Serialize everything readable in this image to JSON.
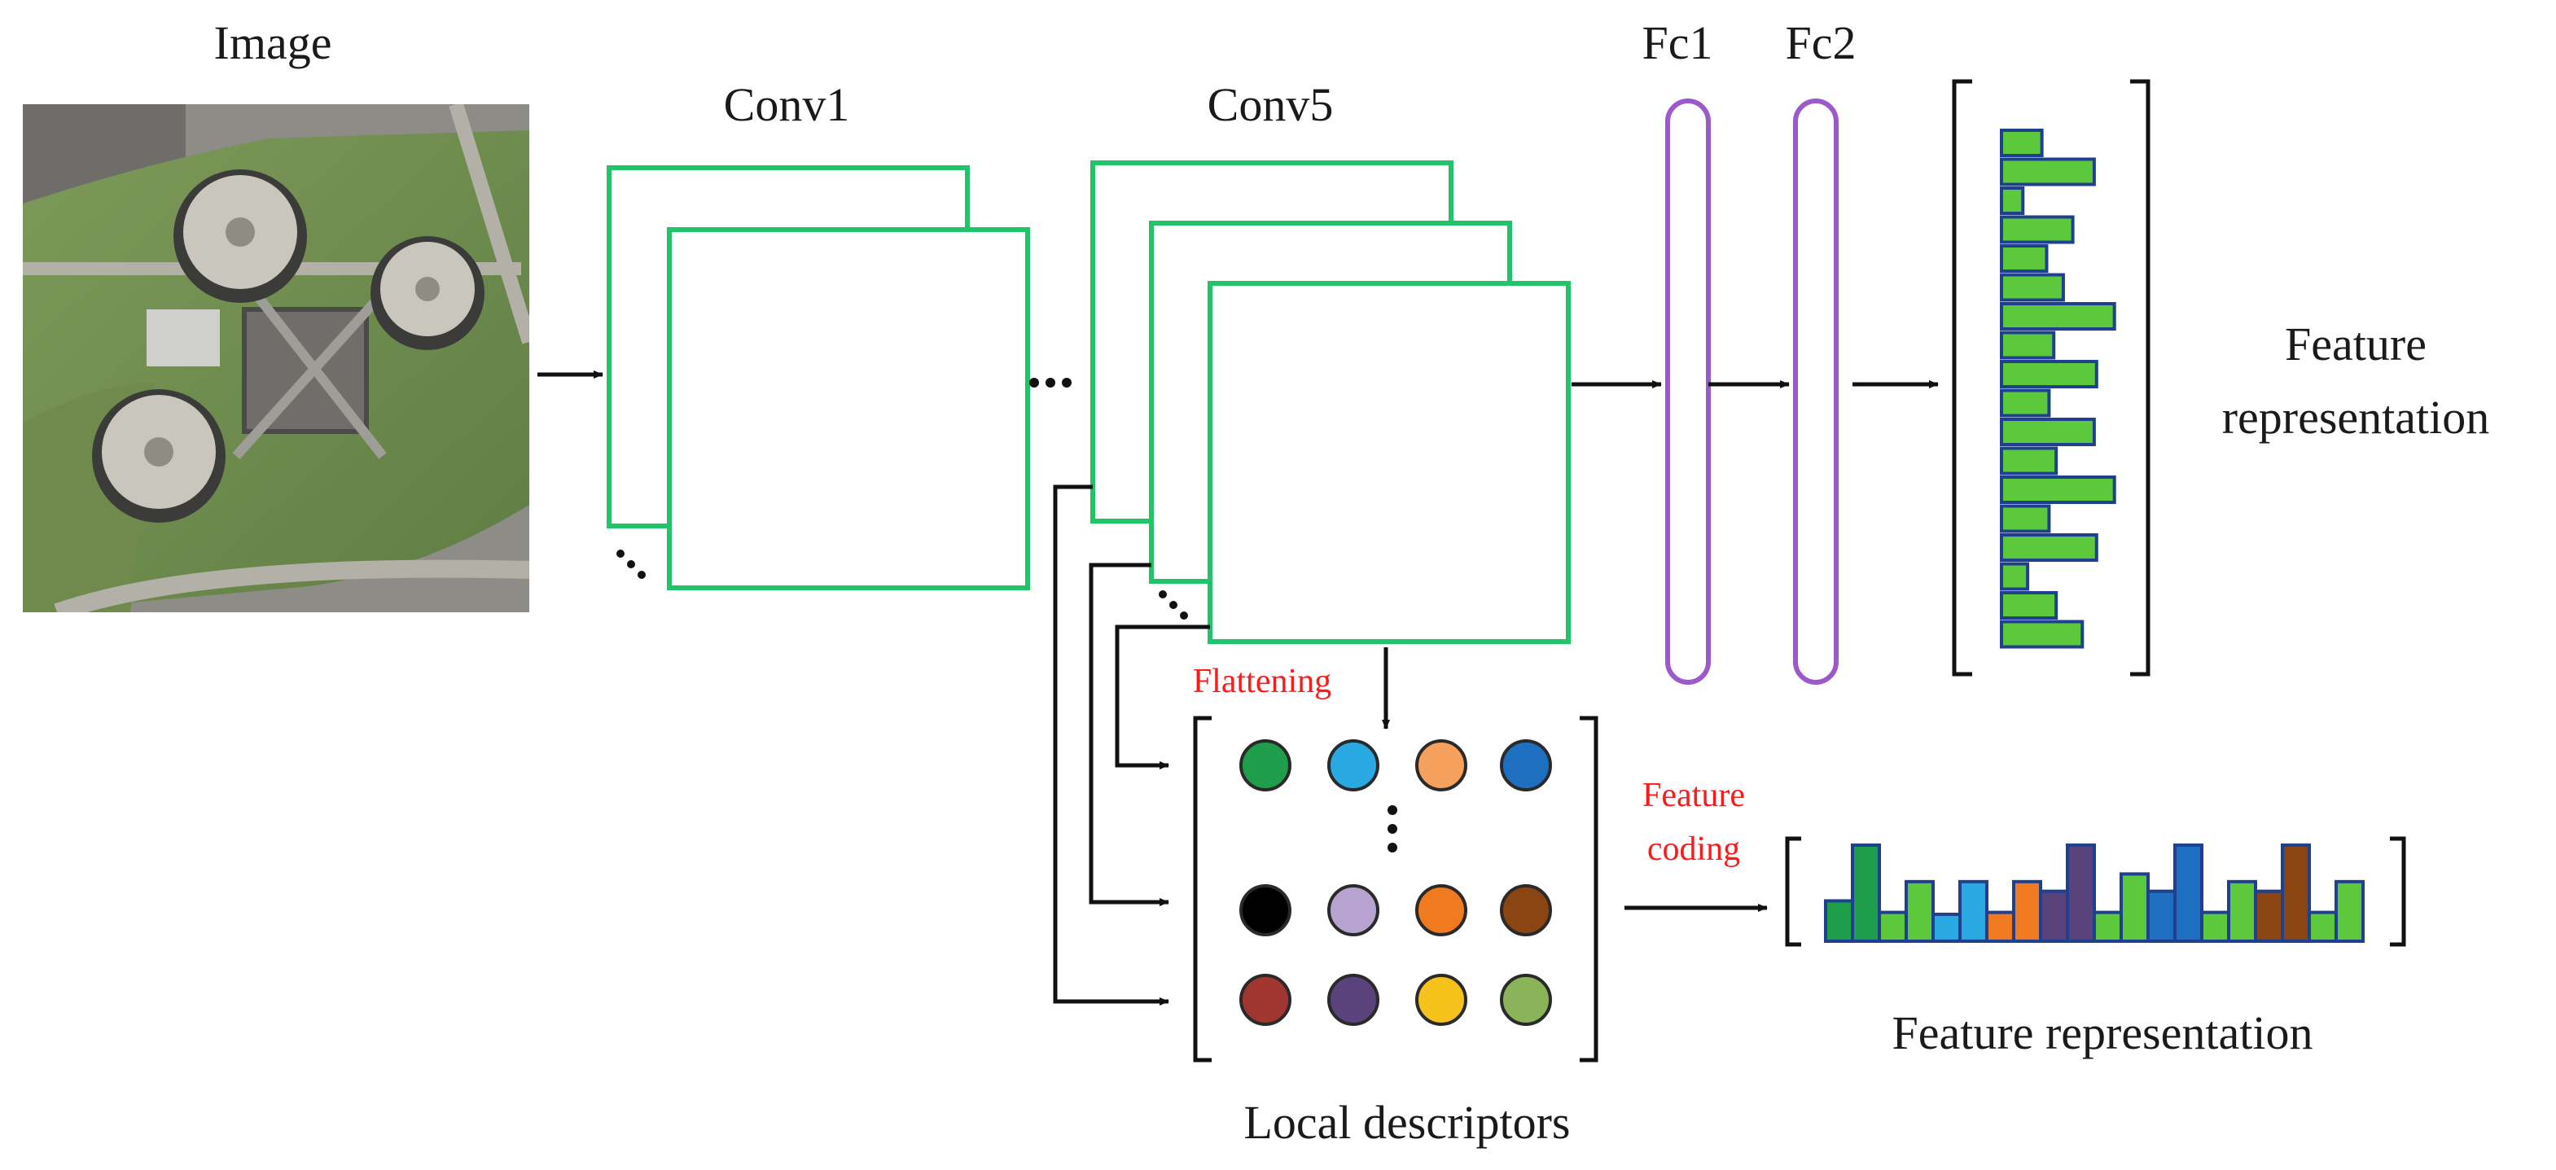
{
  "labels": {
    "image": "Image",
    "conv1": "Conv1",
    "conv5": "Conv5",
    "fc1": "Fc1",
    "fc2": "Fc2",
    "feature_rep_top_line1": "Feature",
    "feature_rep_top_line2": "representation",
    "flattening": "Flattening",
    "feature_coding_line1": "Feature",
    "feature_coding_line2": "coding",
    "local_descriptors": "Local descriptors",
    "feature_rep_bottom": "Feature representation"
  },
  "colors": {
    "conv_border": "#22c46a",
    "fc_border": "#9b59c9",
    "bar_fill": "#5cc83c",
    "bar_border": "#1f3f8f",
    "arrow": "#111111",
    "annotation": "#ff1a1a"
  },
  "top_histogram": {
    "values": [
      0.34,
      0.78,
      0.18,
      0.6,
      0.38,
      0.52,
      0.95,
      0.44,
      0.8,
      0.4,
      0.78,
      0.46,
      0.95,
      0.4,
      0.8,
      0.22,
      0.46,
      0.68
    ]
  },
  "bottom_histogram": {
    "bars": [
      {
        "value": 0.42,
        "color": "#1e9e4a"
      },
      {
        "value": 1.0,
        "color": "#1e9e4a"
      },
      {
        "value": 0.3,
        "color": "#5cc83c"
      },
      {
        "value": 0.62,
        "color": "#5cc83c"
      },
      {
        "value": 0.28,
        "color": "#29a9e1"
      },
      {
        "value": 0.62,
        "color": "#29a9e1"
      },
      {
        "value": 0.3,
        "color": "#ef7a1f"
      },
      {
        "value": 0.62,
        "color": "#ef7a1f"
      },
      {
        "value": 0.52,
        "color": "#5a437c"
      },
      {
        "value": 1.0,
        "color": "#5a437c"
      },
      {
        "value": 0.3,
        "color": "#5cc83c"
      },
      {
        "value": 0.7,
        "color": "#5cc83c"
      },
      {
        "value": 0.52,
        "color": "#1f6fc1"
      },
      {
        "value": 1.0,
        "color": "#1f6fc1"
      },
      {
        "value": 0.3,
        "color": "#5cc83c"
      },
      {
        "value": 0.62,
        "color": "#5cc83c"
      },
      {
        "value": 0.52,
        "color": "#8b4513"
      },
      {
        "value": 1.0,
        "color": "#8b4513"
      },
      {
        "value": 0.3,
        "color": "#5cc83c"
      },
      {
        "value": 0.62,
        "color": "#5cc83c"
      }
    ]
  },
  "descriptor_dots": {
    "row1": [
      "#1e9e4a",
      "#29a9e1",
      "#f5a05c",
      "#1f6fc1"
    ],
    "row2": [
      "#000000",
      "#b8a2cf",
      "#ef7a1f",
      "#8b4513"
    ],
    "row3": [
      "#a0362f",
      "#5a437c",
      "#f5c21c",
      "#8bb35a"
    ]
  }
}
